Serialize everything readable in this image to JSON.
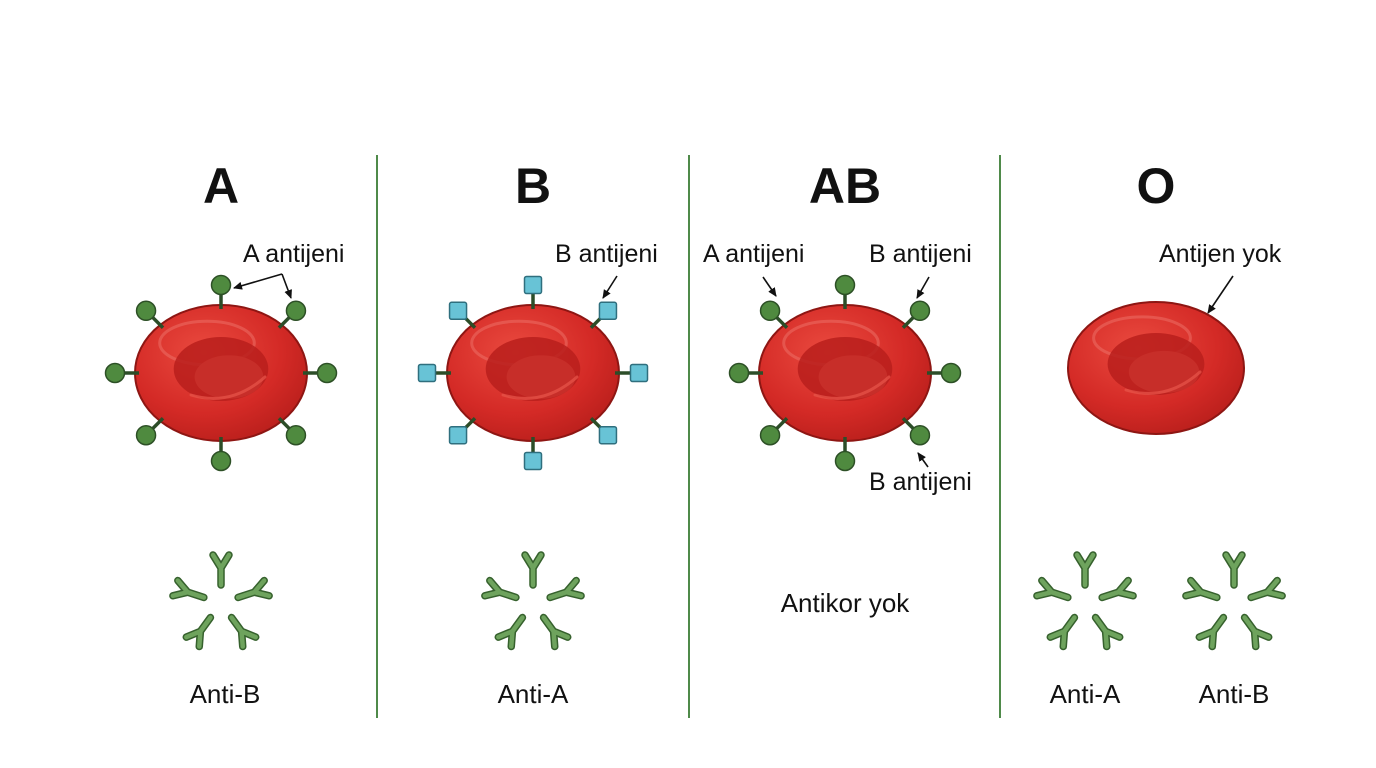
{
  "colors": {
    "divider": "#4f8a4a",
    "cell_fill": "#d42a26",
    "cell_edge": "#8e1613",
    "a_antigen": "#4f8a3f",
    "b_antigen": "#68c3d6",
    "antibody": "#5f9a4e"
  },
  "panels": [
    {
      "type": "A",
      "antigen": "A",
      "annotations": [
        {
          "text": "A antijeni"
        }
      ],
      "antibody_groups": [
        {
          "label": "Anti-B"
        }
      ],
      "antibody_text": ""
    },
    {
      "type": "B",
      "antigen": "B",
      "annotations": [
        {
          "text": "B antijeni"
        }
      ],
      "antibody_groups": [
        {
          "label": "Anti-A"
        }
      ],
      "antibody_text": ""
    },
    {
      "type": "AB",
      "antigen": "AB",
      "annotations": [
        {
          "text": "A antijeni"
        },
        {
          "text": "B antijeni"
        },
        {
          "text": "B antijeni"
        }
      ],
      "antibody_groups": [],
      "antibody_text": "Antikor yok"
    },
    {
      "type": "O",
      "antigen": "none",
      "annotations": [
        {
          "text": "Antijen yok"
        }
      ],
      "antibody_groups": [
        {
          "label": "Anti-A"
        },
        {
          "label": "Anti-B"
        }
      ],
      "antibody_text": ""
    }
  ]
}
